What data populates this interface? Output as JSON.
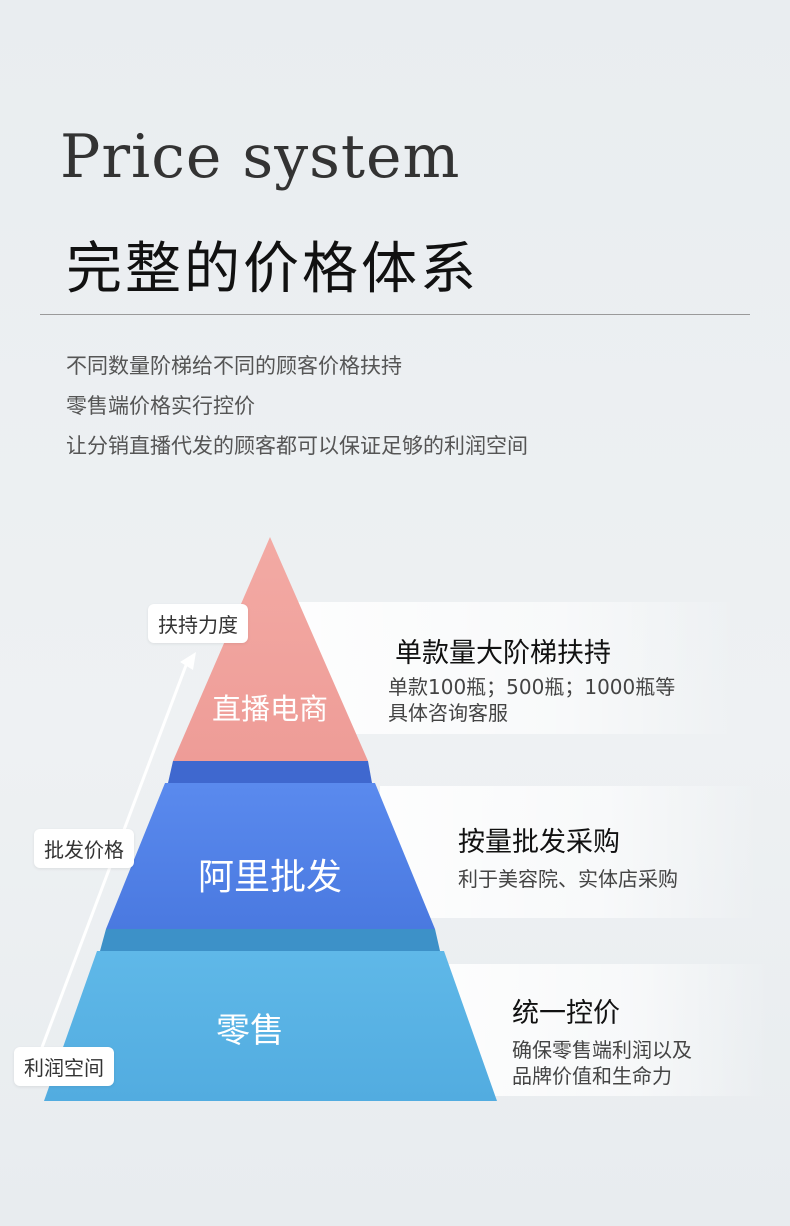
{
  "header": {
    "title_en": "Price system",
    "title_cn": "完整的价格体系"
  },
  "description": [
    "不同数量阶梯给不同的顾客价格扶持",
    "零售端价格实行控价",
    "让分销直播代发的顾客都可以保证足够的利润空间"
  ],
  "axis_tags": {
    "support": "扶持力度",
    "wholesale_price": "批发价格",
    "profit_space": "利润空间"
  },
  "tiers": [
    {
      "label": "直播电商",
      "title": "单款量大阶梯扶持",
      "sub": [
        "单款100瓶；500瓶；1000瓶等",
        "具体咨询客服"
      ],
      "color": "#f0a19c"
    },
    {
      "label": "阿里批发",
      "title": "按量批发采购",
      "sub": [
        "利于美容院、实体店采购"
      ],
      "color": "#4f80e8"
    },
    {
      "label": "零售",
      "title": "统一控价",
      "sub": [
        "确保零售端利润以及",
        "品牌价值和生命力"
      ],
      "color": "#56b1e3"
    }
  ]
}
